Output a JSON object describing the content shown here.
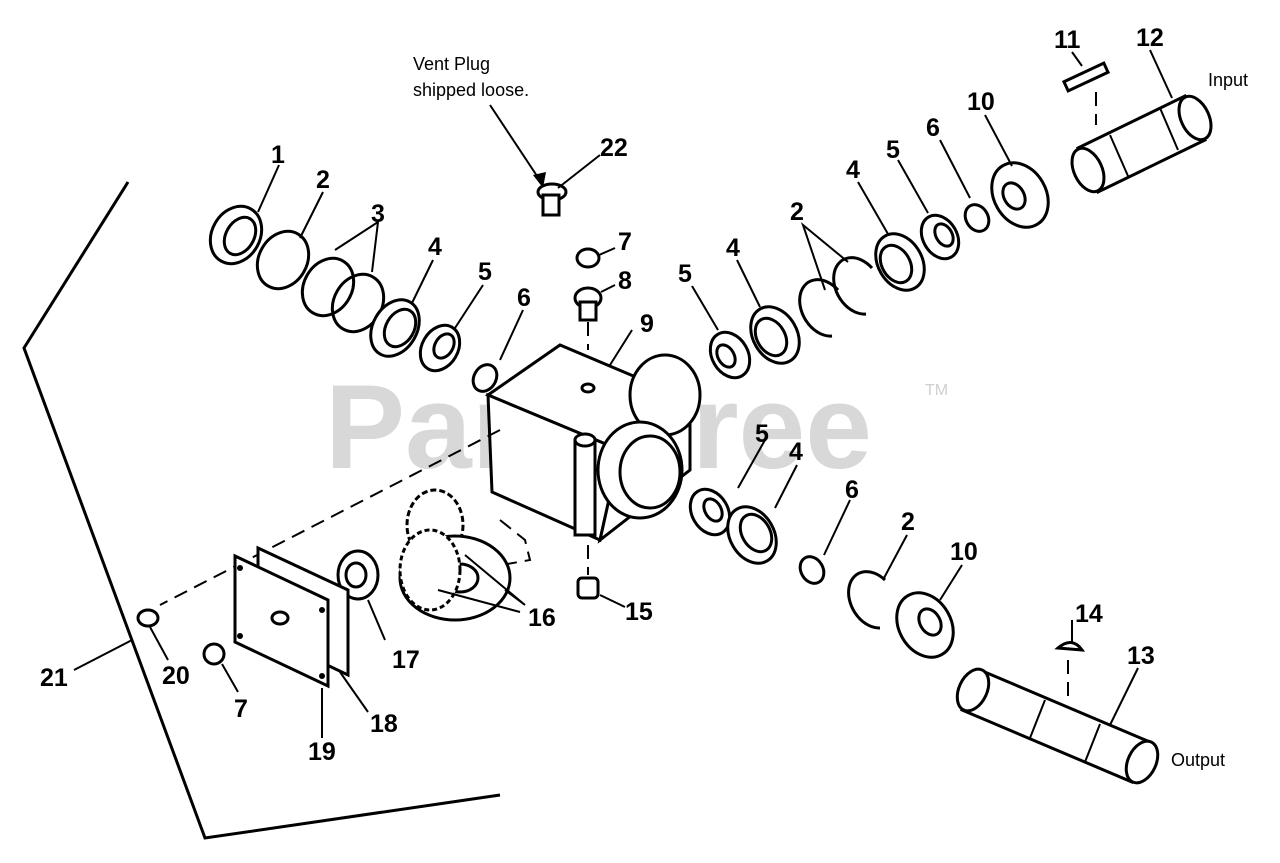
{
  "watermark": {
    "text": "PartsTree",
    "tm": "TM"
  },
  "labels": {
    "vent_note_line1": "Vent Plug",
    "vent_note_line2": "shipped loose.",
    "input": "Input",
    "output": "Output"
  },
  "callouts": {
    "c1": "1",
    "c2a": "2",
    "c3": "3",
    "c4a": "4",
    "c5a": "5",
    "c6a": "6",
    "c7a": "7",
    "c8": "8",
    "c9": "9",
    "c22": "22",
    "c5b": "5",
    "c4b": "4",
    "c2b": "2",
    "c4c": "4",
    "c5c": "5",
    "c6b": "6",
    "c10a": "10",
    "c11": "11",
    "c12": "12",
    "c5d": "5",
    "c4d": "4",
    "c6c": "6",
    "c2c": "2",
    "c10b": "10",
    "c14": "14",
    "c13": "13",
    "c15": "15",
    "c16": "16",
    "c17": "17",
    "c18": "18",
    "c19": "19",
    "c20": "20",
    "c7b": "7",
    "c21": "21"
  }
}
